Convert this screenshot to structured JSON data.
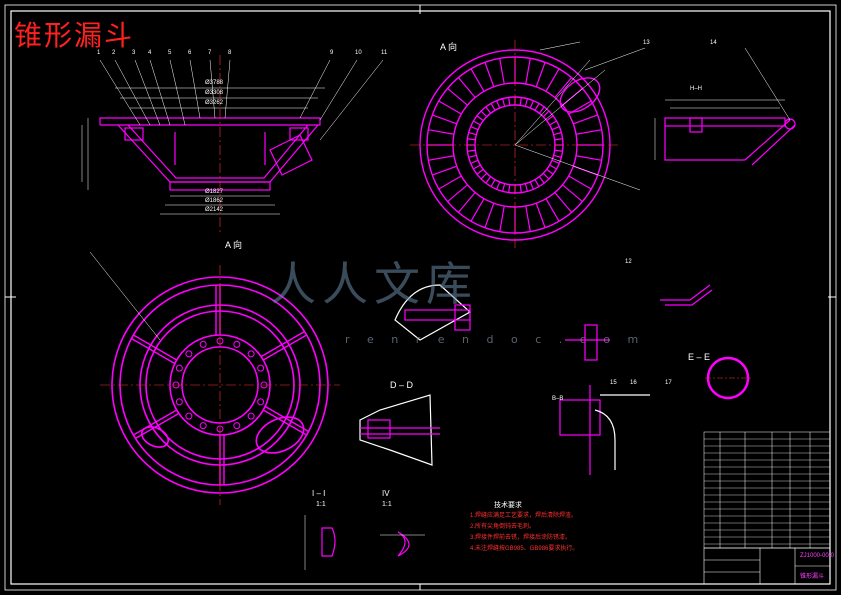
{
  "drawing": {
    "title": "锥形漏斗",
    "view_labels": {
      "top_view": "A 向",
      "section_dd": "D – D",
      "section_ee": "E – E",
      "section_hh": "H–H",
      "section_i": "I – I",
      "section_i_scale": "1:1",
      "section_iv": "IV",
      "section_iv_scale": "1:1",
      "section_bb": "B–B"
    },
    "leader_numbers": [
      "1",
      "2",
      "3",
      "4",
      "5",
      "6",
      "7",
      "8",
      "9",
      "10",
      "11",
      "12",
      "13",
      "14",
      "15",
      "16",
      "17"
    ],
    "dimensions": [
      "Ø3788",
      "Ø3308",
      "Ø3262",
      "Ø1827",
      "Ø1862",
      "Ø2142"
    ],
    "tech_notes": {
      "heading": "技术要求",
      "lines": [
        "1.焊缝应满足工艺要求，焊后清除焊渣。",
        "2.所有尖角倒钝去毛刺。",
        "3.焊接件焊前去锈，焊接后涂防锈漆。",
        "4.未注焊缝按GB985、GB986要求执行。"
      ]
    },
    "title_block": {
      "part_name": "锥形漏斗",
      "code": "ZJ1000-00-0"
    }
  },
  "watermark": {
    "text": "人人文库",
    "url": "r e n r e n d o c . c o m"
  },
  "colors": {
    "background": "#000000",
    "part_lines": "#ff00ff",
    "annotation": "#ffffff",
    "hatch": "#ff00ff",
    "title_red": "#ff2020",
    "center_lines": "#ff3030"
  }
}
